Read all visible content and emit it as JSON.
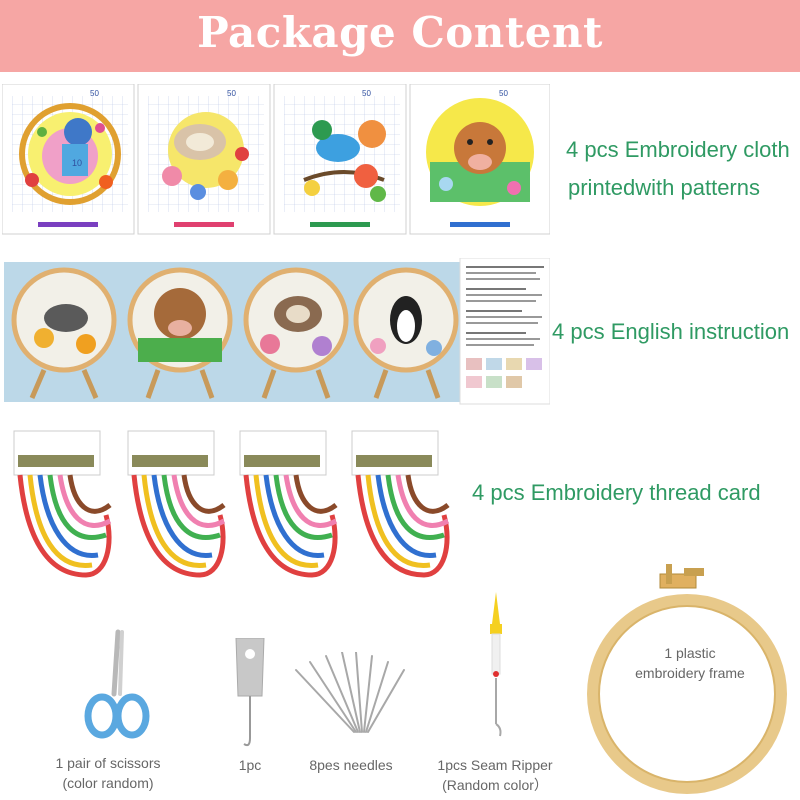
{
  "header": {
    "title": "Package Content"
  },
  "items": {
    "cloth": {
      "line1": "4 pcs Embroidery cloth",
      "line2": "printedwith patterns",
      "grid_marks": [
        "10",
        "50",
        "50",
        "50",
        "50"
      ]
    },
    "instruction": {
      "label": "4 pcs English instruction"
    },
    "thread": {
      "label": "4 pcs Embroidery thread card"
    },
    "scissors": {
      "line1": "1 pair of scissors",
      "line2": "(color random)"
    },
    "threader": {
      "label": "1pc"
    },
    "needles": {
      "label": "8pes needles"
    },
    "ripper": {
      "line1": "1pcs Seam Ripper",
      "line2": "(Random color）"
    },
    "frame": {
      "line1": "1 plastic",
      "line2": "embroidery frame"
    }
  },
  "colors": {
    "banner": "#f6a6a4",
    "label_green": "#2f9a63",
    "hoop": "#e8c98a"
  }
}
